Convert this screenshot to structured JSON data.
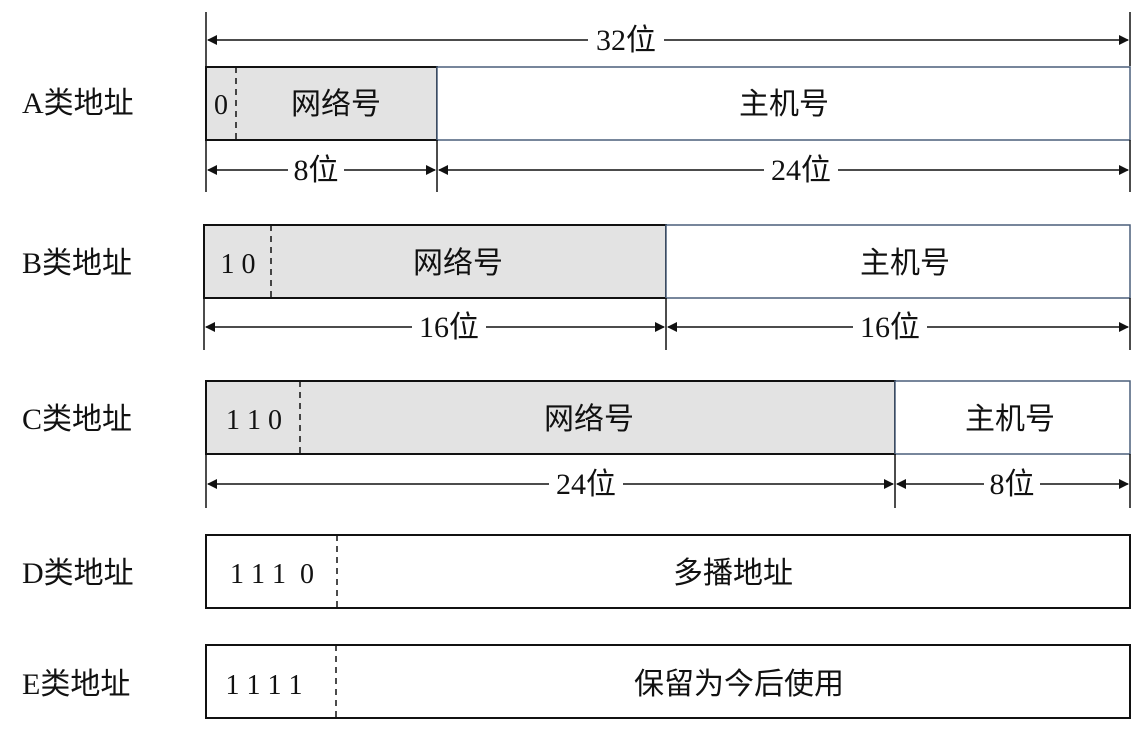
{
  "rows": {
    "a": {
      "label": "A类地址",
      "bits": "0",
      "network": "网络号",
      "host": "主机号",
      "total": "32位",
      "net_width": "8位",
      "host_width": "24位"
    },
    "b": {
      "label": "B类地址",
      "bits": "1 0",
      "network": "网络号",
      "host": "主机号",
      "net_width": "16位",
      "host_width": "16位"
    },
    "c": {
      "label": "C类地址",
      "bits": "1 1 0",
      "network": "网络号",
      "host": "主机号",
      "net_width": "24位",
      "host_width": "8位"
    },
    "d": {
      "label": "D类地址",
      "bits": "1 1 1  0",
      "body": "多播地址"
    },
    "e": {
      "label": "E类地址",
      "bits": "1 1 1 1",
      "body": "保留为今后使用"
    }
  },
  "colors": {
    "network_fill": "#e3e3e3",
    "line": "#111111",
    "host_border": "#4a5f7a"
  }
}
